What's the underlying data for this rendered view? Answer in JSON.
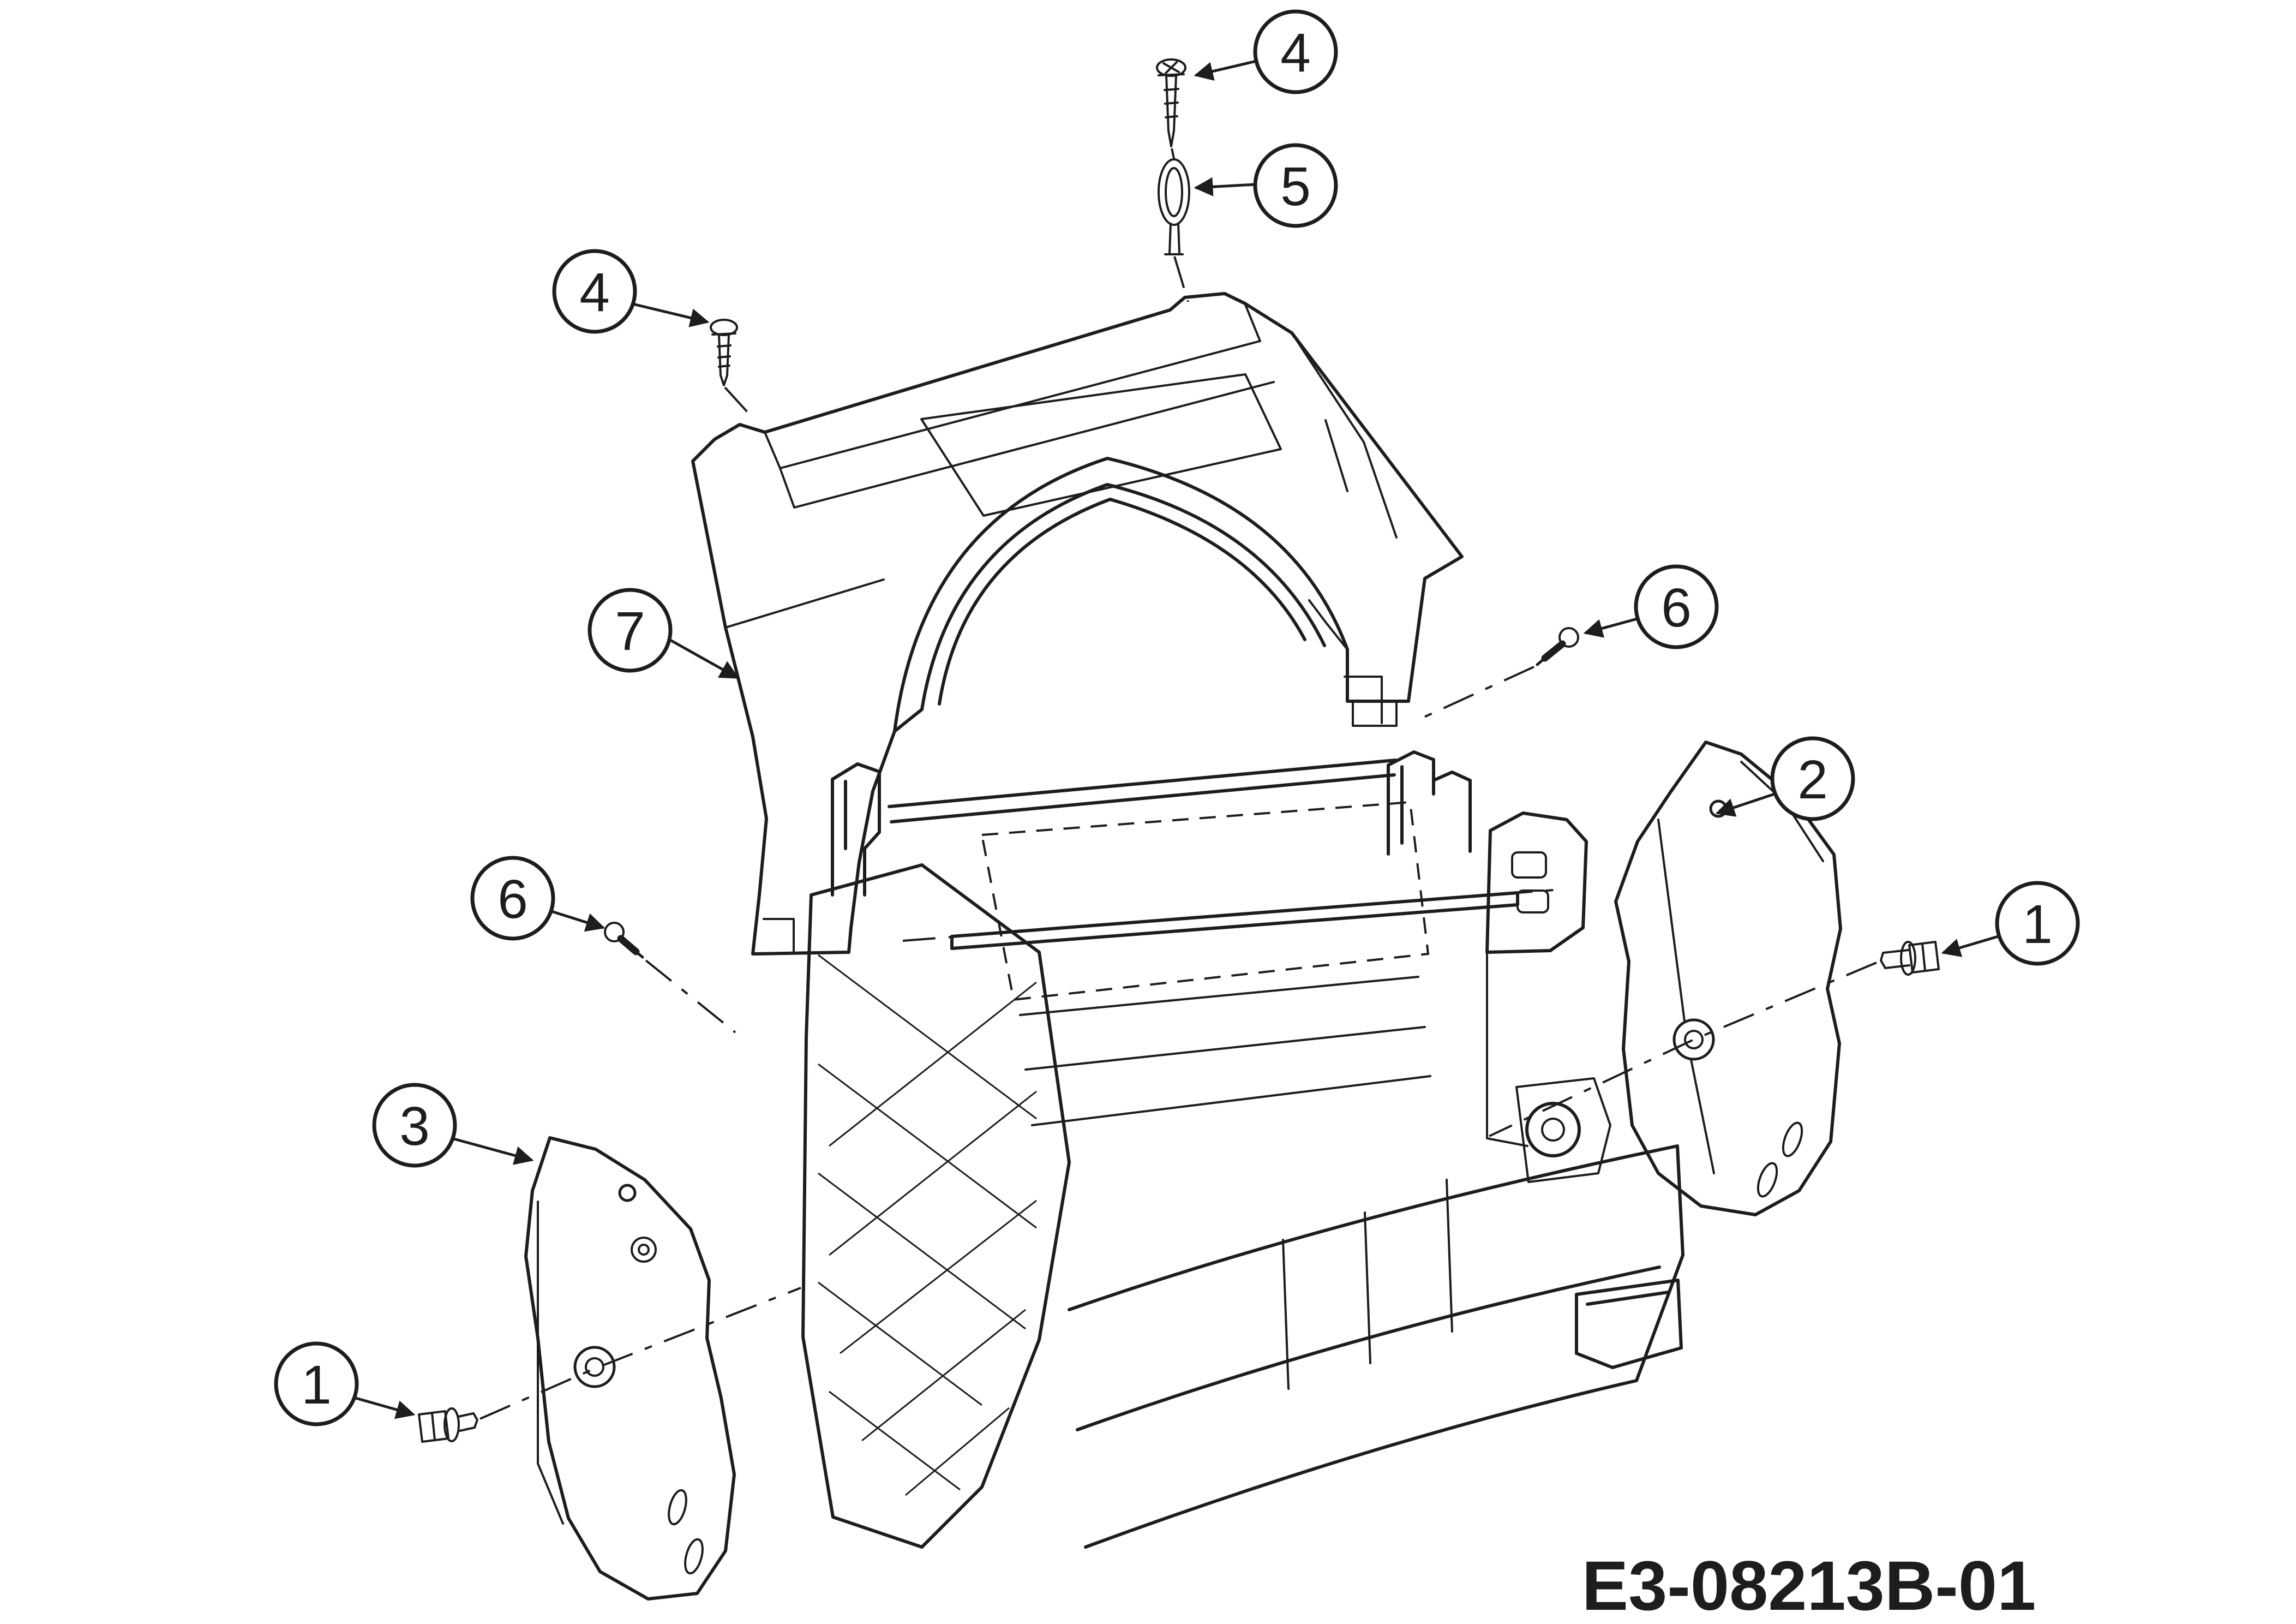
{
  "diagram": {
    "code": "E3-08213B-01",
    "line_color": "#1d1d1b",
    "background_color": "#ffffff",
    "callouts": [
      {
        "id": "callout-4-top",
        "label": "4"
      },
      {
        "id": "callout-5",
        "label": "5"
      },
      {
        "id": "callout-4-left",
        "label": "4"
      },
      {
        "id": "callout-6-right",
        "label": "6"
      },
      {
        "id": "callout-7",
        "label": "7"
      },
      {
        "id": "callout-2",
        "label": "2"
      },
      {
        "id": "callout-1-right",
        "label": "1"
      },
      {
        "id": "callout-6-left",
        "label": "6"
      },
      {
        "id": "callout-3",
        "label": "3"
      },
      {
        "id": "callout-1-left",
        "label": "1"
      }
    ]
  }
}
